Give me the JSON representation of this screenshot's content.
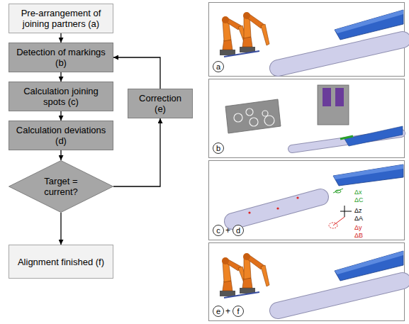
{
  "diagram": {
    "nodes": [
      {
        "text": [
          "Pre-arrangement of joining partners (a)"
        ]
      },
      {
        "text": [
          "Detection of markings (b)"
        ]
      },
      {
        "text": [
          "Calculation joining spots (c)"
        ]
      },
      {
        "text": [
          "Calculation deviations (d)"
        ]
      },
      {
        "text": [
          "Target = current?"
        ]
      },
      {
        "text": [
          "Correction (e)"
        ]
      },
      {
        "text": [
          "Alignment finished (f)"
        ]
      },
      {
        "text": [
          "a"
        ]
      },
      {
        "text": [
          "b"
        ]
      },
      {
        "text": [
          "c"
        ]
      },
      {
        "text": [
          "d"
        ]
      },
      {
        "text": [
          "e"
        ]
      },
      {
        "text": [
          "f"
        ]
      }
    ],
    "edges": [
      {
        "from": 0,
        "to": 1,
        "arrow": "to"
      },
      {
        "from": 1,
        "to": 2,
        "arrow": "to"
      },
      {
        "from": 2,
        "to": 3,
        "arrow": "to"
      },
      {
        "from": 3,
        "to": 4,
        "arrow": "to"
      },
      {
        "from": 4,
        "to": 5,
        "arrow": "to"
      },
      {
        "from": 5,
        "to": 1,
        "arrow": "to"
      },
      {
        "from": 4,
        "to": 6,
        "arrow": "to"
      }
    ],
    "labels": [
      "Δx",
      "ΔC",
      "Δz",
      "ΔA",
      "Δy",
      "ΔB",
      "+",
      "+"
    ]
  }
}
